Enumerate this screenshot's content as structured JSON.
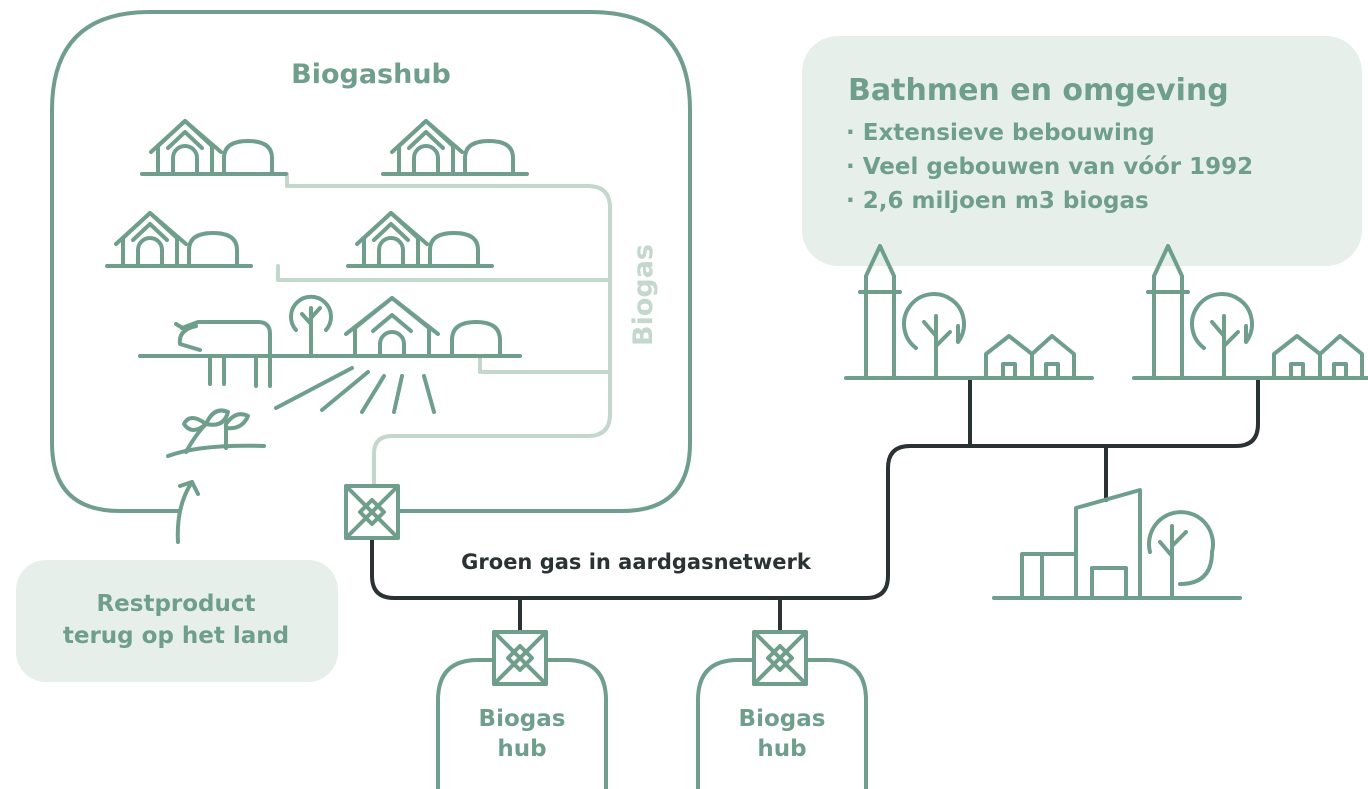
{
  "hub": {
    "title": "Biogashub",
    "pipe_label": "Biogas"
  },
  "region": {
    "title": "Bathmen en omgeving",
    "bullets": [
      "· Extensieve bebouwing",
      "· Veel gebouwen van vóór 1992",
      "· 2,6 miljoen m3 biogas"
    ]
  },
  "restproduct": {
    "line1": "Restproduct",
    "line2": "terug op het land"
  },
  "network": {
    "label": "Groen gas in aardgasnetwerk"
  },
  "small_hubs": [
    {
      "line1": "Biogas",
      "line2": "hub"
    },
    {
      "line1": "Biogas",
      "line2": "hub"
    }
  ],
  "colors": {
    "green": "#6f9e8c",
    "light_green": "#c3d7cd",
    "panel": "#e7efea",
    "dark": "#2b3234"
  }
}
